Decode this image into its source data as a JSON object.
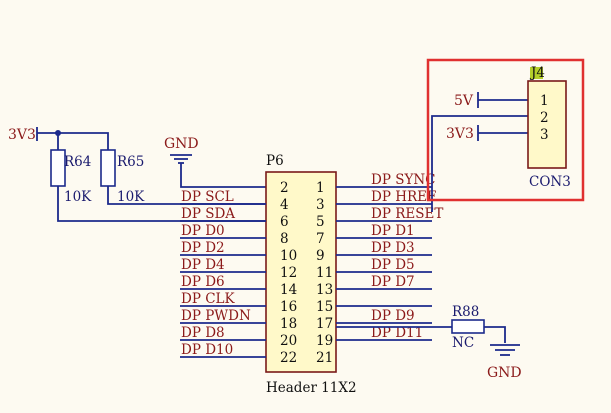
{
  "schematic": {
    "power": {
      "v33": "3V3",
      "v5": "5V",
      "gnd": "GND"
    },
    "r64": {
      "ref": "R64",
      "value": "10K"
    },
    "r65": {
      "ref": "R65",
      "value": "10K"
    },
    "r88": {
      "ref": "R88",
      "value": "NC"
    },
    "p6": {
      "ref": "P6",
      "part": "Header 11X2",
      "left_pins": [
        "2",
        "4",
        "6",
        "8",
        "10",
        "12",
        "14",
        "16",
        "18",
        "20",
        "22"
      ],
      "right_pins": [
        "1",
        "3",
        "5",
        "7",
        "9",
        "11",
        "13",
        "15",
        "17",
        "19",
        "21"
      ],
      "left_nets": [
        "DP  SCL",
        "DP  SDA",
        "DP  D0",
        "DP  D2",
        "DP  D4",
        "DP  D6",
        "DP  CLK",
        "DP  PWDN",
        "DP  D8",
        "DP  D10"
      ],
      "right_nets": [
        "DP  SYNC",
        "DP  HREF",
        "DP  RESET",
        "DP  D1",
        "DP  D3",
        "DP  D5",
        "DP  D7",
        "DP  D9",
        "DP  D11"
      ]
    },
    "j4": {
      "ref": "J4",
      "part": "CON3",
      "pins": [
        "1",
        "2",
        "3"
      ]
    },
    "highlight_color": "#e03030"
  }
}
